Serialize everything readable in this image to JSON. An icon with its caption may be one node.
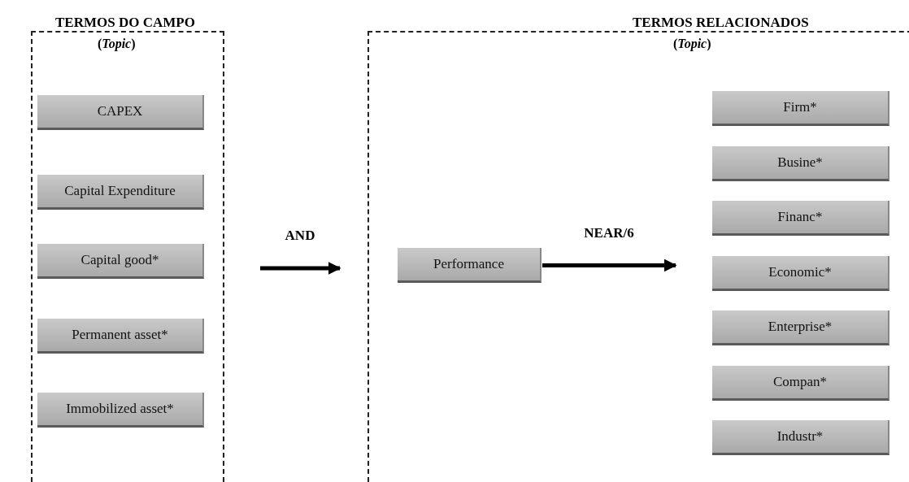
{
  "diagram": {
    "nodes": [
      {
        "text": [
          "TERMOS DO CAMPO",
          "(*Topic*)"
        ]
      },
      {
        "text": [
          "CAPEX"
        ],
        "in": 0
      },
      {
        "text": [
          "Capital Expenditure"
        ],
        "in": 0
      },
      {
        "text": [
          "Capital good*"
        ],
        "in": 0
      },
      {
        "text": [
          "Permanent asset*"
        ],
        "in": 0
      },
      {
        "text": [
          "Immobilized asset*"
        ],
        "in": 0
      },
      {
        "text": [
          "TERMOS RELACIONADOS",
          "(*Topic*)"
        ]
      },
      {
        "text": [
          "Performance"
        ],
        "in": 6
      },
      {
        "text": [
          "Firm*"
        ],
        "in": 6
      },
      {
        "text": [
          "Busine*"
        ],
        "in": 6
      },
      {
        "text": [
          "Financ*"
        ],
        "in": 6
      },
      {
        "text": [
          "Economic*"
        ],
        "in": 6
      },
      {
        "text": [
          "Enterprise*"
        ],
        "in": 6
      },
      {
        "text": [
          "Compan*"
        ],
        "in": 6
      },
      {
        "text": [
          "Industr*"
        ],
        "in": 6
      }
    ],
    "edges": [
      {
        "from": 0,
        "to": 6,
        "arrow": "to",
        "label": "AND"
      },
      {
        "from": 7,
        "to": null,
        "arrow": "to",
        "label": "NEAR/6"
      }
    ]
  }
}
